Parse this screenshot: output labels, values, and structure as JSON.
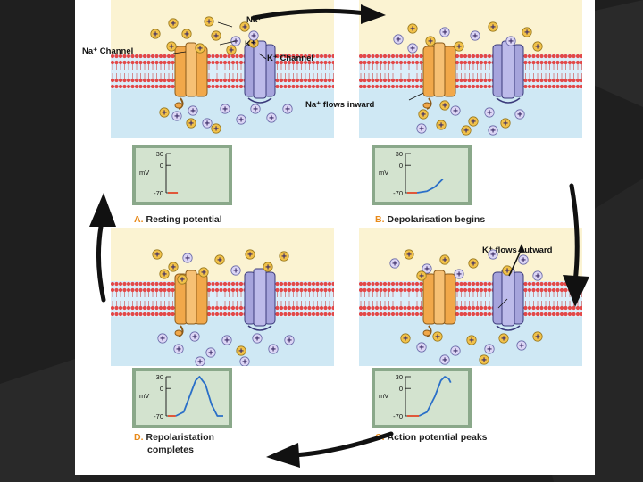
{
  "colors": {
    "background": "#1f1f1f",
    "slide": "#ffffff",
    "accent_letter": "#e88a1a",
    "na_channel": "#f1a84a",
    "k_channel": "#a6a4dc",
    "graph_bg": "#d3e3cf",
    "graph_frame": "#8aa88a",
    "trace_blue": "#2a6fc8",
    "trace_red": "#e2482a"
  },
  "labels": {
    "na_ion": "Na⁺",
    "k_ion": "K⁺",
    "na_channel": "Na⁺ Channel",
    "k_channel": "K⁺ Channel",
    "na_flows_inward": "Na⁺ flows inward",
    "k_flows_outward": "K⁺ flows outward"
  },
  "graph_axis": {
    "unit": "mV",
    "ticks": [
      "30",
      "0",
      "-70"
    ]
  },
  "panels": [
    {
      "letter": "A.",
      "title": "Resting potential",
      "title2": ""
    },
    {
      "letter": "B.",
      "title": "Depolarisation begins",
      "title2": ""
    },
    {
      "letter": "C.",
      "title": "Action potential peaks",
      "title2": ""
    },
    {
      "letter": "D.",
      "title": "Repolaristation",
      "title2": "completes"
    }
  ],
  "traces": {
    "A": [
      [
        0,
        -70
      ],
      [
        0.25,
        -70
      ]
    ],
    "B": [
      [
        0,
        -70
      ],
      [
        0.25,
        -70
      ],
      [
        0.5,
        -66
      ],
      [
        0.7,
        -55
      ],
      [
        0.9,
        -35
      ]
    ],
    "C": [
      [
        0,
        -70
      ],
      [
        0.3,
        -70
      ],
      [
        0.5,
        -60
      ],
      [
        0.7,
        -20
      ],
      [
        0.85,
        20
      ],
      [
        0.95,
        30
      ],
      [
        1.05,
        25
      ],
      [
        1.1,
        15
      ]
    ],
    "D": [
      [
        0,
        -70
      ],
      [
        0.2,
        -70
      ],
      [
        0.4,
        -60
      ],
      [
        0.55,
        -20
      ],
      [
        0.7,
        20
      ],
      [
        0.8,
        30
      ],
      [
        0.95,
        10
      ],
      [
        1.1,
        -40
      ],
      [
        1.25,
        -70
      ],
      [
        1.4,
        -70
      ]
    ]
  },
  "icons": [
    "cycle-arrow-top",
    "cycle-arrow-right",
    "cycle-arrow-bottom",
    "cycle-arrow-left"
  ]
}
